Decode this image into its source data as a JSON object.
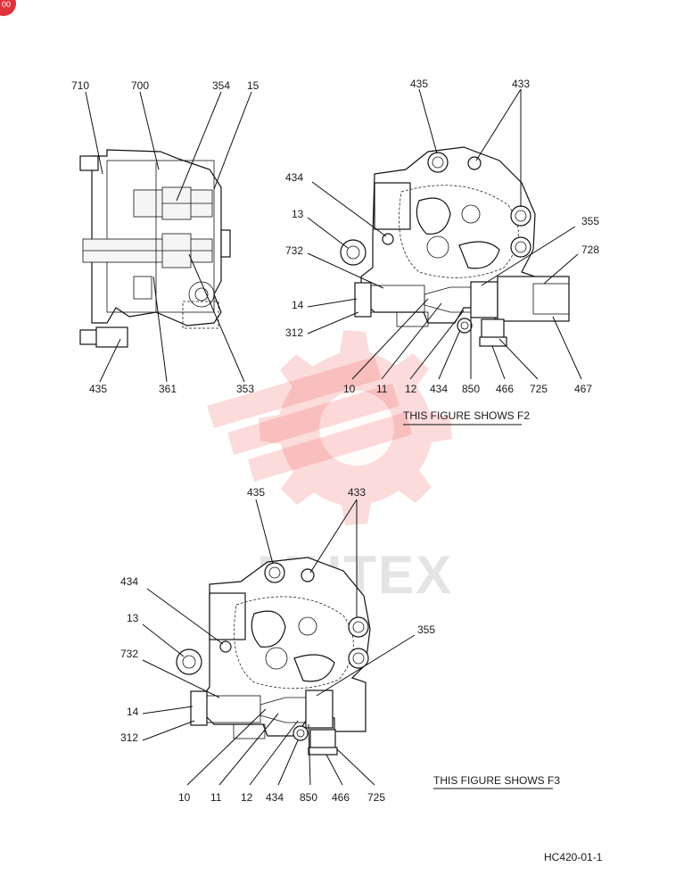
{
  "drawing": {
    "code": "HC420-01-1",
    "watermark_text": "MHTEX",
    "caption_f2": "THIS FIGURE SHOWS  F2",
    "caption_f3": "THIS FIGURE SHOWS  F3",
    "corner_badge": "00"
  },
  "side_view": {
    "labels": {
      "l710": "710",
      "l700": "700",
      "l354": "354",
      "l15": "15",
      "l435": "435",
      "l361": "361",
      "l353": "353"
    }
  },
  "f2_view": {
    "labels": {
      "l435": "435",
      "l433": "433",
      "l434a": "434",
      "l13": "13",
      "l732": "732",
      "l14": "14",
      "l312": "312",
      "l355": "355",
      "l728": "728",
      "l10": "10",
      "l11": "11",
      "l12": "12",
      "l434b": "434",
      "l850": "850",
      "l466": "466",
      "l725": "725",
      "l467": "467"
    }
  },
  "f3_view": {
    "labels": {
      "l435": "435",
      "l433": "433",
      "l434a": "434",
      "l13": "13",
      "l732": "732",
      "l14": "14",
      "l312": "312",
      "l355": "355",
      "l10": "10",
      "l11": "11",
      "l12": "12",
      "l434b": "434",
      "l850": "850",
      "l466": "466",
      "l725": "725"
    }
  },
  "colors": {
    "watermark": "#f04a4a",
    "badge": "#e0323a",
    "line": "#111111"
  }
}
